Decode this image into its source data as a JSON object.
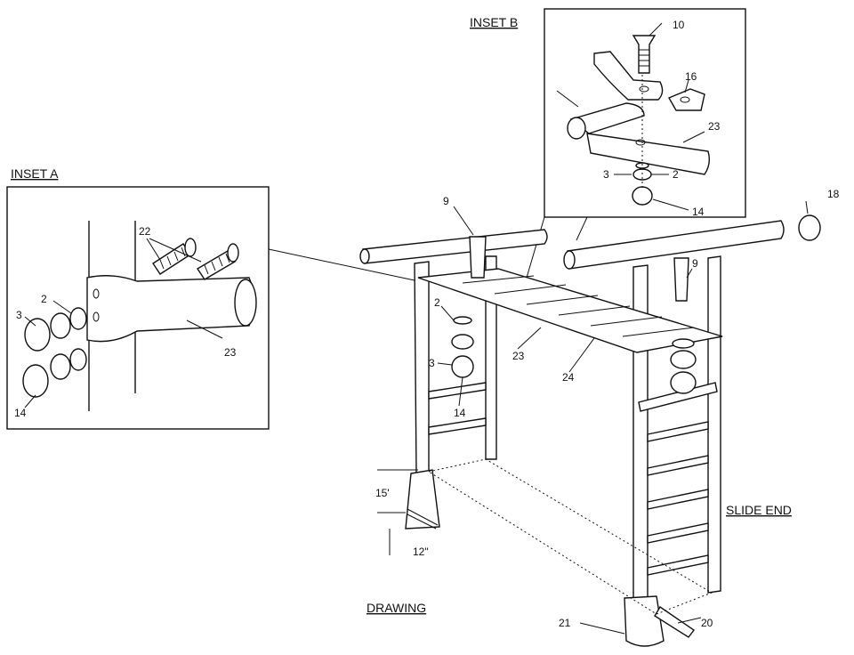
{
  "titles": {
    "inset_a": "INSET A",
    "inset_b": "INSET B",
    "drawing": "DRAWING",
    "slide_end": "SLIDE END"
  },
  "labels": {
    "a_22": "22",
    "a_2": "2",
    "a_3": "3",
    "a_23": "23",
    "a_14": "14",
    "b_10": "10",
    "b_16": "16",
    "b_23": "23",
    "b_3": "3",
    "b_2": "2",
    "b_14": "14",
    "m_9a": "9",
    "m_9b": "9",
    "m_18": "18",
    "m_2": "2",
    "m_3": "3",
    "m_14": "14",
    "m_23": "23",
    "m_24": "24",
    "m_21": "21",
    "m_20": "20"
  },
  "dimensions": {
    "angle": "15'",
    "depth": "12\""
  }
}
